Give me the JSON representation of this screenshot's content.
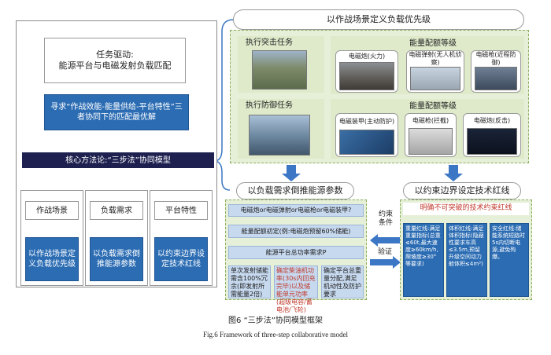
{
  "top_box": {
    "line1": "任务驱动:",
    "line2": "能源平台与电磁发射负载匹配"
  },
  "top_blue": "寻求“作战效能-能量供给-平台特性”三者协同下的匹配最优解",
  "core": "核心方法论:“三步法”协同模型",
  "columns": [
    {
      "title": "作战场景",
      "body": "以作战场景定义负载优先级"
    },
    {
      "title": "负载需求",
      "body": "以负载需求倒推能源参数"
    },
    {
      "title": "平台特性",
      "body": "以约束边界设定技术红线"
    }
  ],
  "step1": {
    "header": "以作战场景定义负载优先级",
    "strike_task": "执行突击任务",
    "defense_task": "执行防御任务",
    "energy_grade_1": "能量配额等级",
    "energy_grade_2": "能量配额等级",
    "strike_items": [
      {
        "label": "电磁炮(火力)"
      },
      {
        "label": "电磁弹射(无人机侦察)"
      },
      {
        "label": "电磁枪(近程防御)"
      }
    ],
    "defense_items": [
      {
        "label": "电磁装甲(主动防护)"
      },
      {
        "label": "电磁枪(拦截)"
      },
      {
        "label": "电磁炮(反击)"
      }
    ]
  },
  "step2": {
    "header": "以负载需求倒推能源参数",
    "q": "电磁炮or电磁弹射or电磁枪or电磁装甲?",
    "initial": "能量配额初定(例:电磁炮预留60%储能)",
    "total": "能源平台总功率需求P",
    "cols": [
      "单次发射储能需含100%冗余(即发射所需能量2倍)",
      "确定柴油机功率(30s内回充完毕)以及储能单元功率(超级电容/蓄电池/飞轮)",
      "确定平台总重量分配,满足机动性及防护要求"
    ]
  },
  "step3": {
    "header": "以约束边界设定技术红线",
    "redline": "明确不可突破的技术约束红线",
    "cols": [
      "重量红线:满足重量指标(总重≤60t,最大速度≥60km/h,爬坡度≥30°等要求)",
      "体积红线:满足体积指标(隐蔽性要求车高≤3.5m,预留升级空间动力舱体积≤4m³)",
      "安全红线:储能系统短路时5s内切断电源,避免殉爆。"
    ]
  },
  "arrow_labels": {
    "constraint": "约束条件",
    "verify": "验证"
  },
  "caption": {
    "zh": "图6 “三步法”协同模型框架",
    "en": "Fig.6 Framework of three-step collaborative model"
  },
  "colors": {
    "navy": "#1e2150",
    "blue": "#2b6cb3",
    "green": "#e6efd8",
    "red": "#c0392b"
  }
}
